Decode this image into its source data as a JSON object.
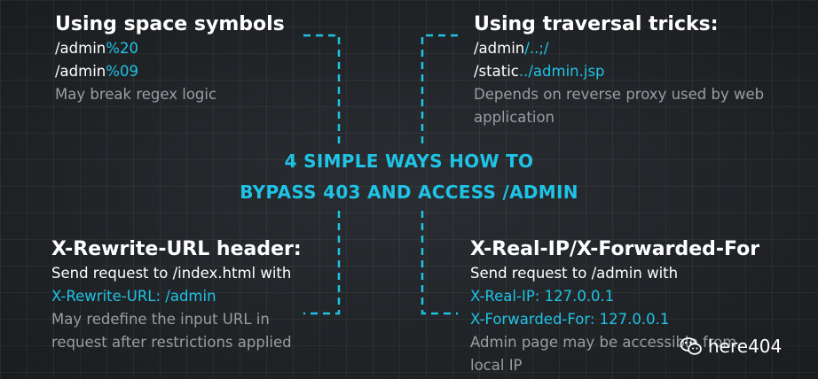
{
  "top_left": {
    "title": "Using space symbols",
    "line1_prefix": "/admin",
    "line1_highlight": "%20",
    "line2_prefix": "/admin",
    "line2_highlight": "%09",
    "note": "May break regex logic"
  },
  "top_right": {
    "title": "Using traversal tricks:",
    "line1_prefix": "/admin",
    "line1_highlight": "/..;/",
    "line2_prefix": "/static",
    "line2_highlight": "../admin.jsp",
    "note_line1": "Depends on reverse proxy used by web",
    "note_line2": "application"
  },
  "center": {
    "title_line1": "4 SIMPLE WAYS HOW TO",
    "title_line2": "BYPASS 403 AND ACCESS /ADMIN"
  },
  "bottom_left": {
    "title": "X-Rewrite-URL header:",
    "line1": "Send request to /index.html with",
    "line2_highlight": "X-Rewrite-URL: /admin",
    "note_line1": "May redefine the input URL in",
    "note_line2": "request after restrictions applied"
  },
  "bottom_right": {
    "title": "X-Real-IP/X-Forwarded-For",
    "line1": "Send request to /admin with",
    "line2_highlight": "X-Real-IP: 127.0.0.1",
    "line3_highlight": "X-Forwarded-For: 127.0.0.1",
    "note_line1": "Admin page may be accessible from",
    "note_line2": "local IP"
  },
  "watermark": {
    "text": "here404",
    "icon": "wechat-icon"
  },
  "colors": {
    "accent": "#1fc3e6",
    "muted": "#9a9ea2",
    "background": "#1e2124"
  }
}
